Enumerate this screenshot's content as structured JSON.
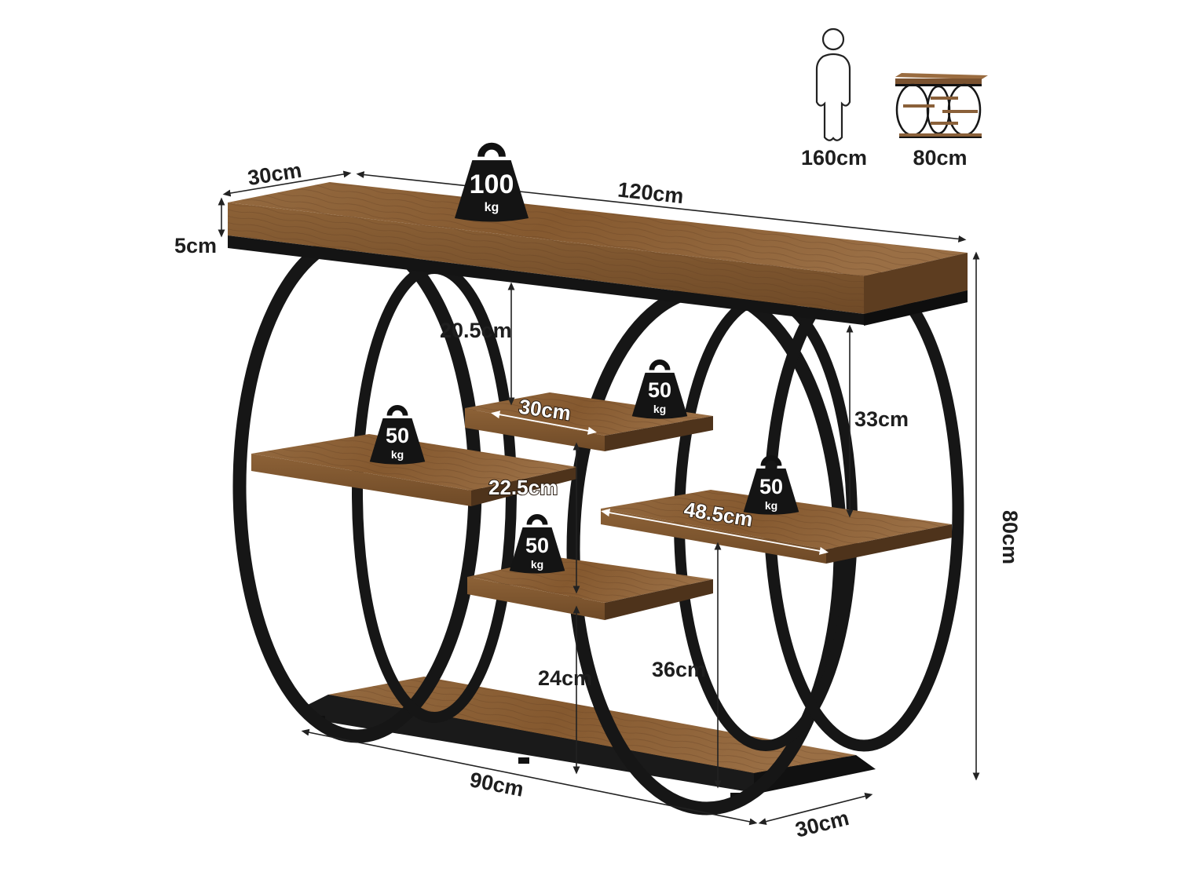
{
  "dimensions": {
    "top_depth": "30cm",
    "top_width": "120cm",
    "top_thickness": "5cm",
    "total_height": "80cm",
    "gap_top_to_upper_shelf": "20.5cm",
    "upper_shelf_depth": "30cm",
    "gap_top_to_right_shelf": "33cm",
    "middle_shelf_gap": "22.5cm",
    "right_shelf_width": "48.5cm",
    "gap_to_bottom": "24cm",
    "right_shelf_height": "36cm",
    "base_width": "90cm",
    "base_depth": "30cm"
  },
  "weights": {
    "top": {
      "value": "100",
      "unit": "kg"
    },
    "upper_right": {
      "value": "50",
      "unit": "kg"
    },
    "left": {
      "value": "50",
      "unit": "kg"
    },
    "right": {
      "value": "50",
      "unit": "kg"
    },
    "lower": {
      "value": "50",
      "unit": "kg"
    }
  },
  "scale_reference": {
    "person_height": "160cm",
    "table_height": "80cm"
  },
  "colors": {
    "wood": "#8a6039",
    "wood_dark": "#6b4727",
    "frame": "#161616",
    "text": "#1e1e1e"
  }
}
